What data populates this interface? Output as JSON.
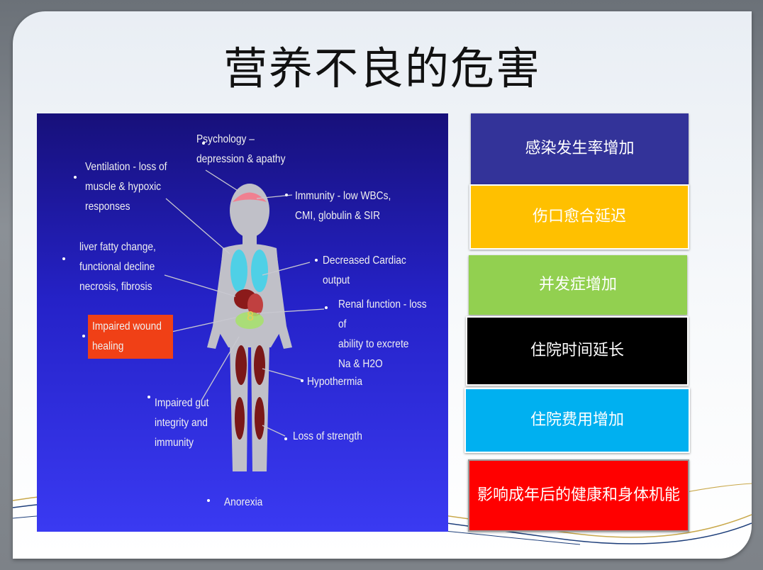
{
  "slide": {
    "title": "营养不良的危害"
  },
  "figure": {
    "labels": {
      "psychology": "Psychology –\ndepression & apathy",
      "ventilation": "Ventilation - loss of\nmuscle & hypoxic\nresponses",
      "immunity": "Immunity - low WBCs,\nCMI, globulin & SIR",
      "liver": "liver fatty change,\nfunctional decline\nnecrosis, fibrosis",
      "cardiac": "Decreased Cardiac output",
      "renal": "Renal function - loss of\nability to excrete\nNa & H2O",
      "wound": "Impaired wound\nhealing",
      "hypothermia": "Hypothermia",
      "gut": "Impaired gut\nintegrity and\nimmunity",
      "strength": "Loss of strength",
      "anorexia": "Anorexia"
    },
    "colors": {
      "wound_box": "#f04016"
    }
  },
  "boxes": [
    {
      "text": "感染发生率增加",
      "bg": "#333399",
      "fg": "#ffffff"
    },
    {
      "text": "伤口愈合延迟",
      "bg": "#ffc000",
      "fg": "#ffffff"
    },
    {
      "text": "并发症增加",
      "bg": "#92d050",
      "fg": "#ffffff"
    },
    {
      "text": "住院时间延长",
      "bg": "#000000",
      "fg": "#ffffff"
    },
    {
      "text": "住院费用增加",
      "bg": "#00b0f0",
      "fg": "#ffffff"
    },
    {
      "text": "影响成年后的健康和身体机能",
      "bg": "#ff0000",
      "fg": "#ffffff"
    }
  ]
}
